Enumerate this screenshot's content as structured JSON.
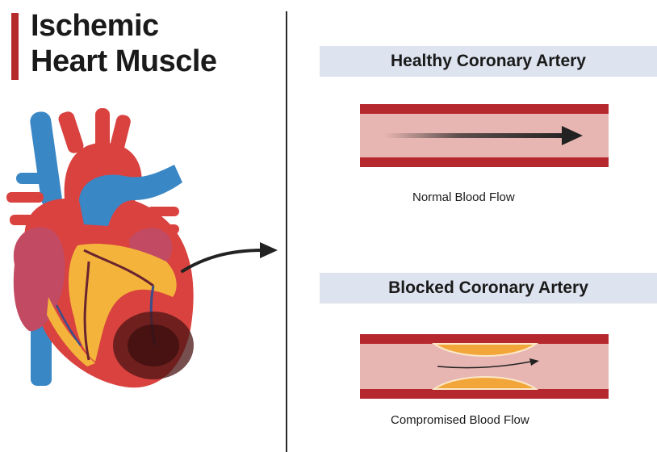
{
  "title": {
    "line1": "Ischemic",
    "line2": "Heart Muscle"
  },
  "healthy": {
    "header": "Healthy Coronary Artery",
    "caption": "Normal Blood Flow"
  },
  "blocked": {
    "header": "Blocked Coronary Artery",
    "caption": "Compromised Blood Flow"
  },
  "colors": {
    "accent_bar": "#b52a2a",
    "header_bg": "#dde3ef",
    "artery_wall": "#b5282e",
    "artery_lumen": "#e8b6b2",
    "plaque": "#f2a63a",
    "heart_red": "#d9423f",
    "vein_blue": "#3a87c6",
    "fat_yellow": "#f4b43c",
    "ischemic_dark": "#4a1414"
  },
  "icons": [
    "heart-illustration",
    "arrow-right-icon",
    "blood-flow-arrow-icon",
    "plaque-icon"
  ]
}
